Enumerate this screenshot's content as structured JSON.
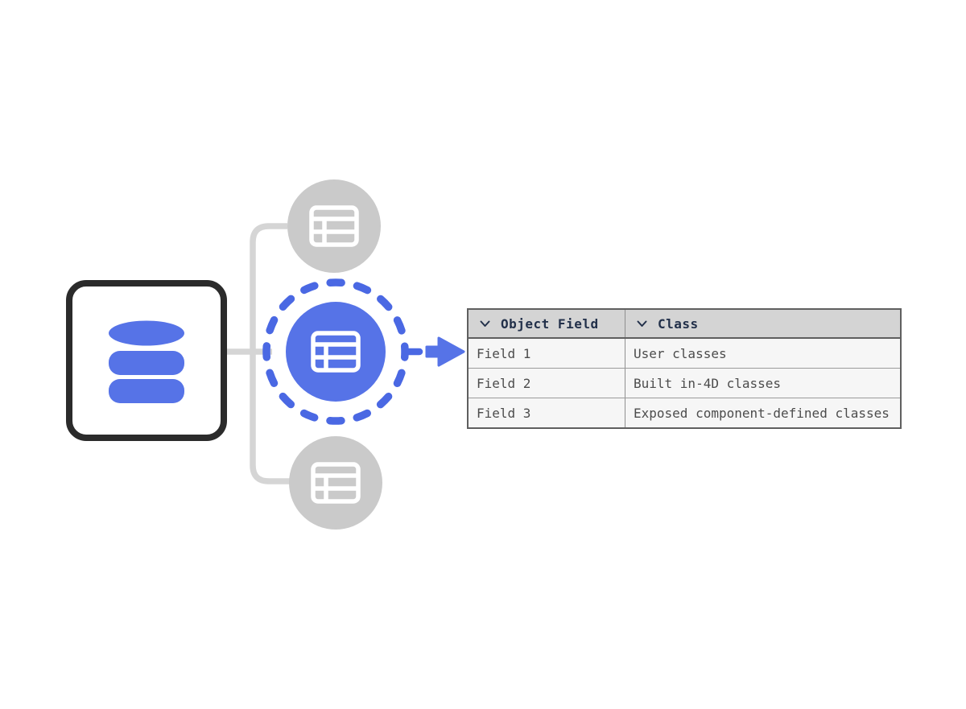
{
  "diagram": {
    "source_node": {
      "icon": "database-icon",
      "description": "database source node"
    },
    "option_nodes": [
      {
        "icon": "table-icon",
        "state": "inactive",
        "position": "top"
      },
      {
        "icon": "table-icon",
        "state": "selected",
        "position": "middle"
      },
      {
        "icon": "table-icon",
        "state": "inactive",
        "position": "bottom"
      }
    ],
    "flow_arrow_icon": "arrow-right-icon"
  },
  "table": {
    "columns": [
      {
        "label": "Object Field",
        "sort_icon": "chevron-down-icon"
      },
      {
        "label": "Class",
        "sort_icon": "chevron-down-icon"
      }
    ],
    "rows": [
      {
        "object_field": "Field 1",
        "class": "User classes"
      },
      {
        "object_field": "Field 2",
        "class": "Built in-4D classes"
      },
      {
        "object_field": "Field 3",
        "class": "Exposed component-defined classes"
      }
    ]
  },
  "colors": {
    "accent_blue": "#5673E7",
    "inactive_gray": "#CACACA",
    "connector_gray": "#D5D5D5",
    "node_box_border": "#2B2B2B",
    "table_header_bg": "#D4D4D4",
    "table_row_bg": "#F6F6F6",
    "table_header_text": "#22304A",
    "table_body_text": "#4C4C4C",
    "table_border": "#5F5F5F"
  }
}
